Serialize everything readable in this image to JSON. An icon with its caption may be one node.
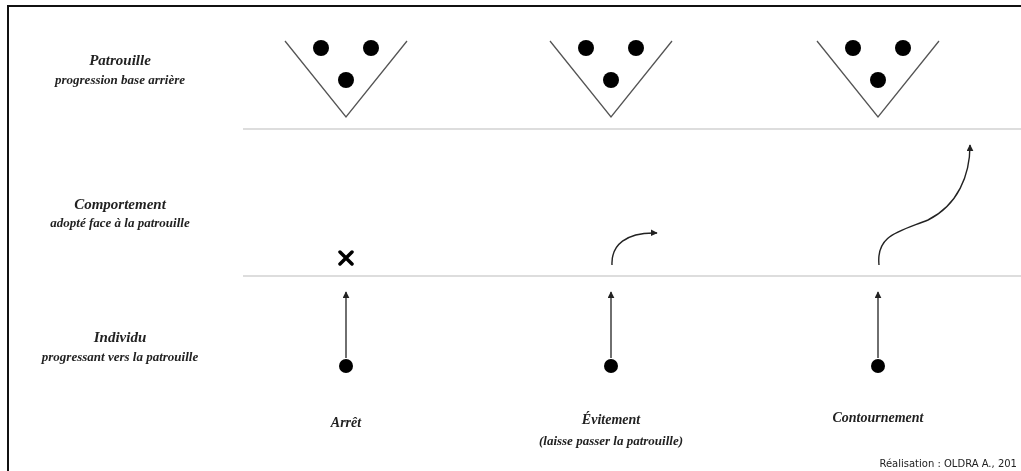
{
  "diagram": {
    "nodes": [
      {
        "text": [],
        "shape": "circle"
      },
      {
        "text": [],
        "shape": "circle"
      },
      {
        "text": [],
        "shape": "circle"
      }
    ],
    "edges": [
      {
        "from": 0,
        "to": null,
        "arrow": "to"
      },
      {
        "from": 1,
        "to": null,
        "arrow": "to"
      },
      {
        "from": 2,
        "to": null,
        "arrow": "to"
      }
    ],
    "labels": [
      "Patrouille",
      "progression base arrière",
      "Comportement",
      "adopté face à la patrouille",
      "Individu",
      "progressant vers la patrouille",
      "Arrêt",
      "Évitement",
      "(laisse passer la patrouille)",
      "Contournement",
      "Réalisation : OLDRA A., 201"
    ]
  }
}
